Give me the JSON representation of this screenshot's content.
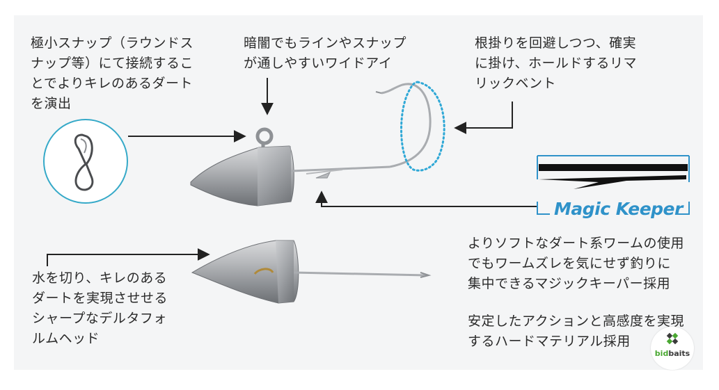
{
  "annotations": {
    "snap": "極小スナップ（ラウンドス\nナップ等）にて接続するこ\nとでよりキレのあるダート\nを演出",
    "eye": "暗闇でもラインやスナップ\nが通しやすいワイドアイ",
    "hook": "根掛りを回避しつつ、確実\nに掛け、ホールドするリマ\nリックベント",
    "keeper": "よりソフトなダート系ワームの使用\nでもワームズレを気にせず釣りに\n集中できるマジックキーパー採用",
    "head": "水を切り、キレのある\nダートを実現させせる\nシャープなデルタフォ\nルムヘッド",
    "material": "安定したアクションと高感度を実現\nするハードマテリアル採用"
  },
  "magic_keeper_logo": "Magic Keeper",
  "watermark": {
    "brand_bid": "bid",
    "brand_baits": "baits",
    "accent": "#4aa832"
  },
  "colors": {
    "accent_blue": "#2f92c9",
    "panel_bg": "#f4f5f6"
  }
}
